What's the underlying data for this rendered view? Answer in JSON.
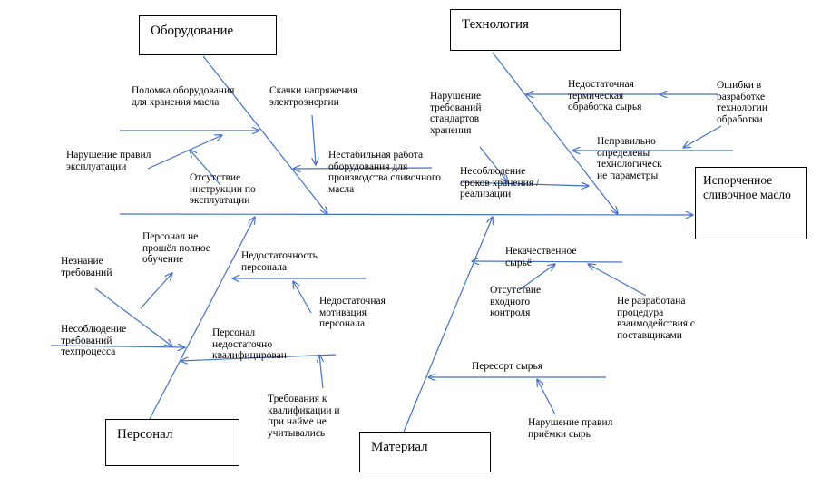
{
  "colors": {
    "arrow": "#4472C4",
    "box_border": "#000000"
  },
  "effect": "Испорченное сливочное масло",
  "categories": {
    "equipment": "Оборудование",
    "technology": "Технология",
    "personnel": "Персонал",
    "material": "Материал"
  },
  "causes": {
    "equipment_breakdown": "Поломка оборудования для хранения масла",
    "voltage_surges": "Скачки напряжения электроэнергии",
    "operation_violation": "Нарушение правил эксплуатации",
    "unstable_operation": "Нестабильная работа оборудования для производства сливочного масла",
    "no_instructions": "Отсутствие инструкции по эксплуатации",
    "storage_standards_violation": "Нарушение требований стандартов хранения",
    "storage_terms_violation": "Несоблюдение сроков хранения / реализации",
    "insufficient_heat_treatment": "Недостаточная термическая обработка сырья",
    "tech_design_errors": "Ошибки в разработке технологии обработки",
    "undefined_params": "Неправильно определены технологическ ие параметры",
    "no_full_training": "Персонал не прошёл полное обучение",
    "ignorance_requirements": "Незнание требований",
    "staff_shortage": "Недостаточность персонала",
    "low_motivation": "Недостаточная мотивация персонала",
    "process_noncompliance": "Несоблюдение требований техпроцесса",
    "low_qualification": "Персонал недостаточно квалифицирован",
    "hiring_requirements": "Требования к квалификации и при найме не учитывались",
    "poor_raw_material": "Некачественное сырьё",
    "no_input_control": "Отсутствие входного контроля",
    "no_supplier_procedure": "Не разработана процедура взаимодействия с поставщиками",
    "raw_regrading": "Пересорт сырья",
    "acceptance_violation": "Нарушение правил приёмки сырь"
  }
}
